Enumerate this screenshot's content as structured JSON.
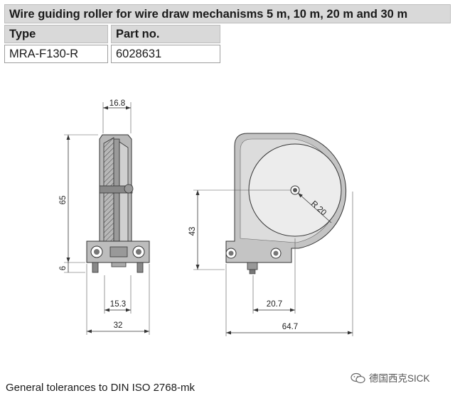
{
  "header": {
    "title": "Wire guiding roller for wire draw mechanisms 5 m, 10 m, 20 m and 30 m"
  },
  "table": {
    "columns": [
      "Type",
      "Part no."
    ],
    "rows": [
      [
        "MRA-F130-R",
        "6028631"
      ]
    ]
  },
  "drawing": {
    "side_view": {
      "top_width": "16.8",
      "height": "65",
      "base_height": "6",
      "foot_span": "15.3",
      "total_width": "32"
    },
    "front_view": {
      "radius": "R 20",
      "axle_height": "43",
      "axle_offset": "20.7",
      "total_width": "64.7"
    }
  },
  "footer": {
    "tolerance_note": "General tolerances to DIN ISO 2768-mk"
  },
  "watermark": {
    "text": "德国西克SICK",
    "icon": "wechat-icon"
  }
}
